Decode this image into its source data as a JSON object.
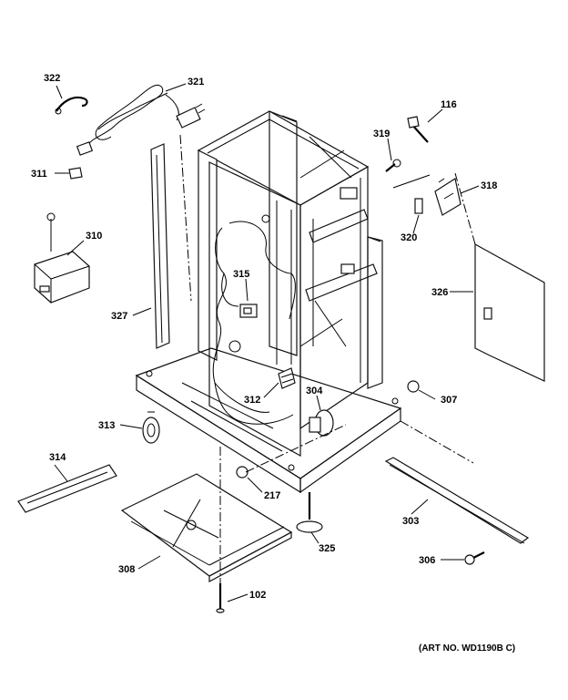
{
  "diagram": {
    "art_number": "(ART NO. WD1190B C)",
    "callouts": [
      {
        "id": "c322",
        "text": "322"
      },
      {
        "id": "c321",
        "text": "321"
      },
      {
        "id": "c116",
        "text": "116"
      },
      {
        "id": "c319",
        "text": "319"
      },
      {
        "id": "c318",
        "text": "318"
      },
      {
        "id": "c311",
        "text": "311"
      },
      {
        "id": "c310",
        "text": "310"
      },
      {
        "id": "c320",
        "text": "320"
      },
      {
        "id": "c315",
        "text": "315"
      },
      {
        "id": "c326",
        "text": "326"
      },
      {
        "id": "c327",
        "text": "327"
      },
      {
        "id": "c312",
        "text": "312"
      },
      {
        "id": "c304",
        "text": "304"
      },
      {
        "id": "c307",
        "text": "307"
      },
      {
        "id": "c313",
        "text": "313"
      },
      {
        "id": "c314",
        "text": "314"
      },
      {
        "id": "c217",
        "text": "217"
      },
      {
        "id": "c303",
        "text": "303"
      },
      {
        "id": "c325",
        "text": "325"
      },
      {
        "id": "c306",
        "text": "306"
      },
      {
        "id": "c308",
        "text": "308"
      },
      {
        "id": "c102",
        "text": "102"
      }
    ]
  }
}
